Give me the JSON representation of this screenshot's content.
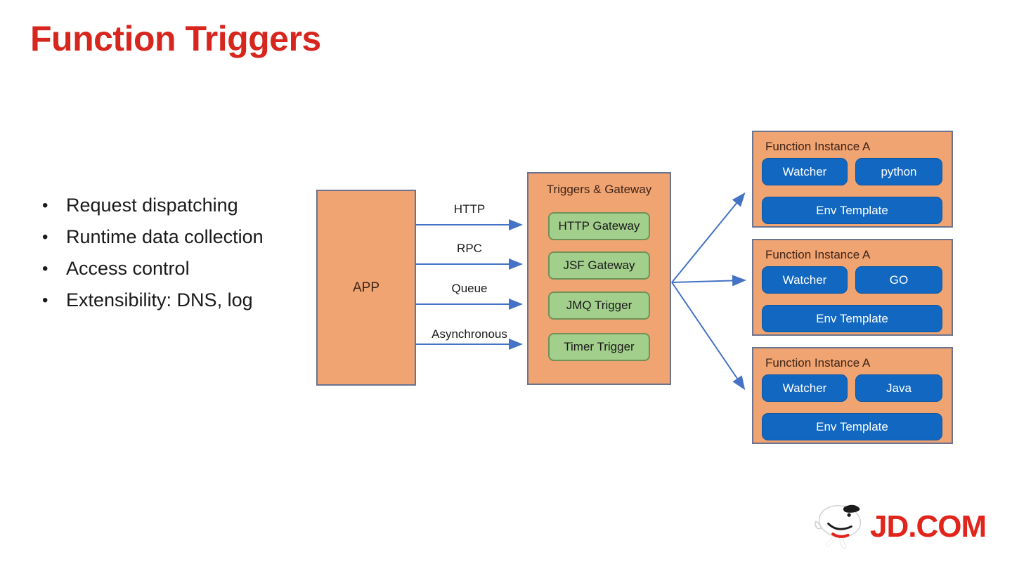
{
  "slide": {
    "title": "Function Triggers"
  },
  "bullets": [
    "Request dispatching",
    "Runtime data collection",
    "Access control",
    "Extensibility: DNS, log"
  ],
  "diagram": {
    "app_label": "APP",
    "arrow_labels": [
      "HTTP",
      "RPC",
      "Queue",
      "Asynchronous"
    ],
    "gateway": {
      "title": "Triggers & Gateway",
      "items": [
        "HTTP Gateway",
        "JSF Gateway",
        "JMQ Trigger",
        "Timer Trigger"
      ]
    },
    "instances": [
      {
        "title": "Function Instance A",
        "watcher": "Watcher",
        "runtime": "python",
        "env": "Env Template"
      },
      {
        "title": "Function Instance A",
        "watcher": "Watcher",
        "runtime": "GO",
        "env": "Env Template"
      },
      {
        "title": "Function Instance A",
        "watcher": "Watcher",
        "runtime": "Java",
        "env": "Env Template"
      }
    ]
  },
  "logo": {
    "text": "JD.COM",
    "mascot": "jd-joy-dog"
  },
  "colors": {
    "title_red": "#D7261D",
    "logo_red": "#E1251B",
    "orange": "#F0A472",
    "orange_border": "#6b7390",
    "green": "#A3CF8C",
    "green_border": "#6e9257",
    "blue": "#1267C1",
    "blue_border": "#0b57a4",
    "arrow": "#4472C4",
    "text_dark": "#3E2418",
    "text_black": "#1a1a1a"
  }
}
